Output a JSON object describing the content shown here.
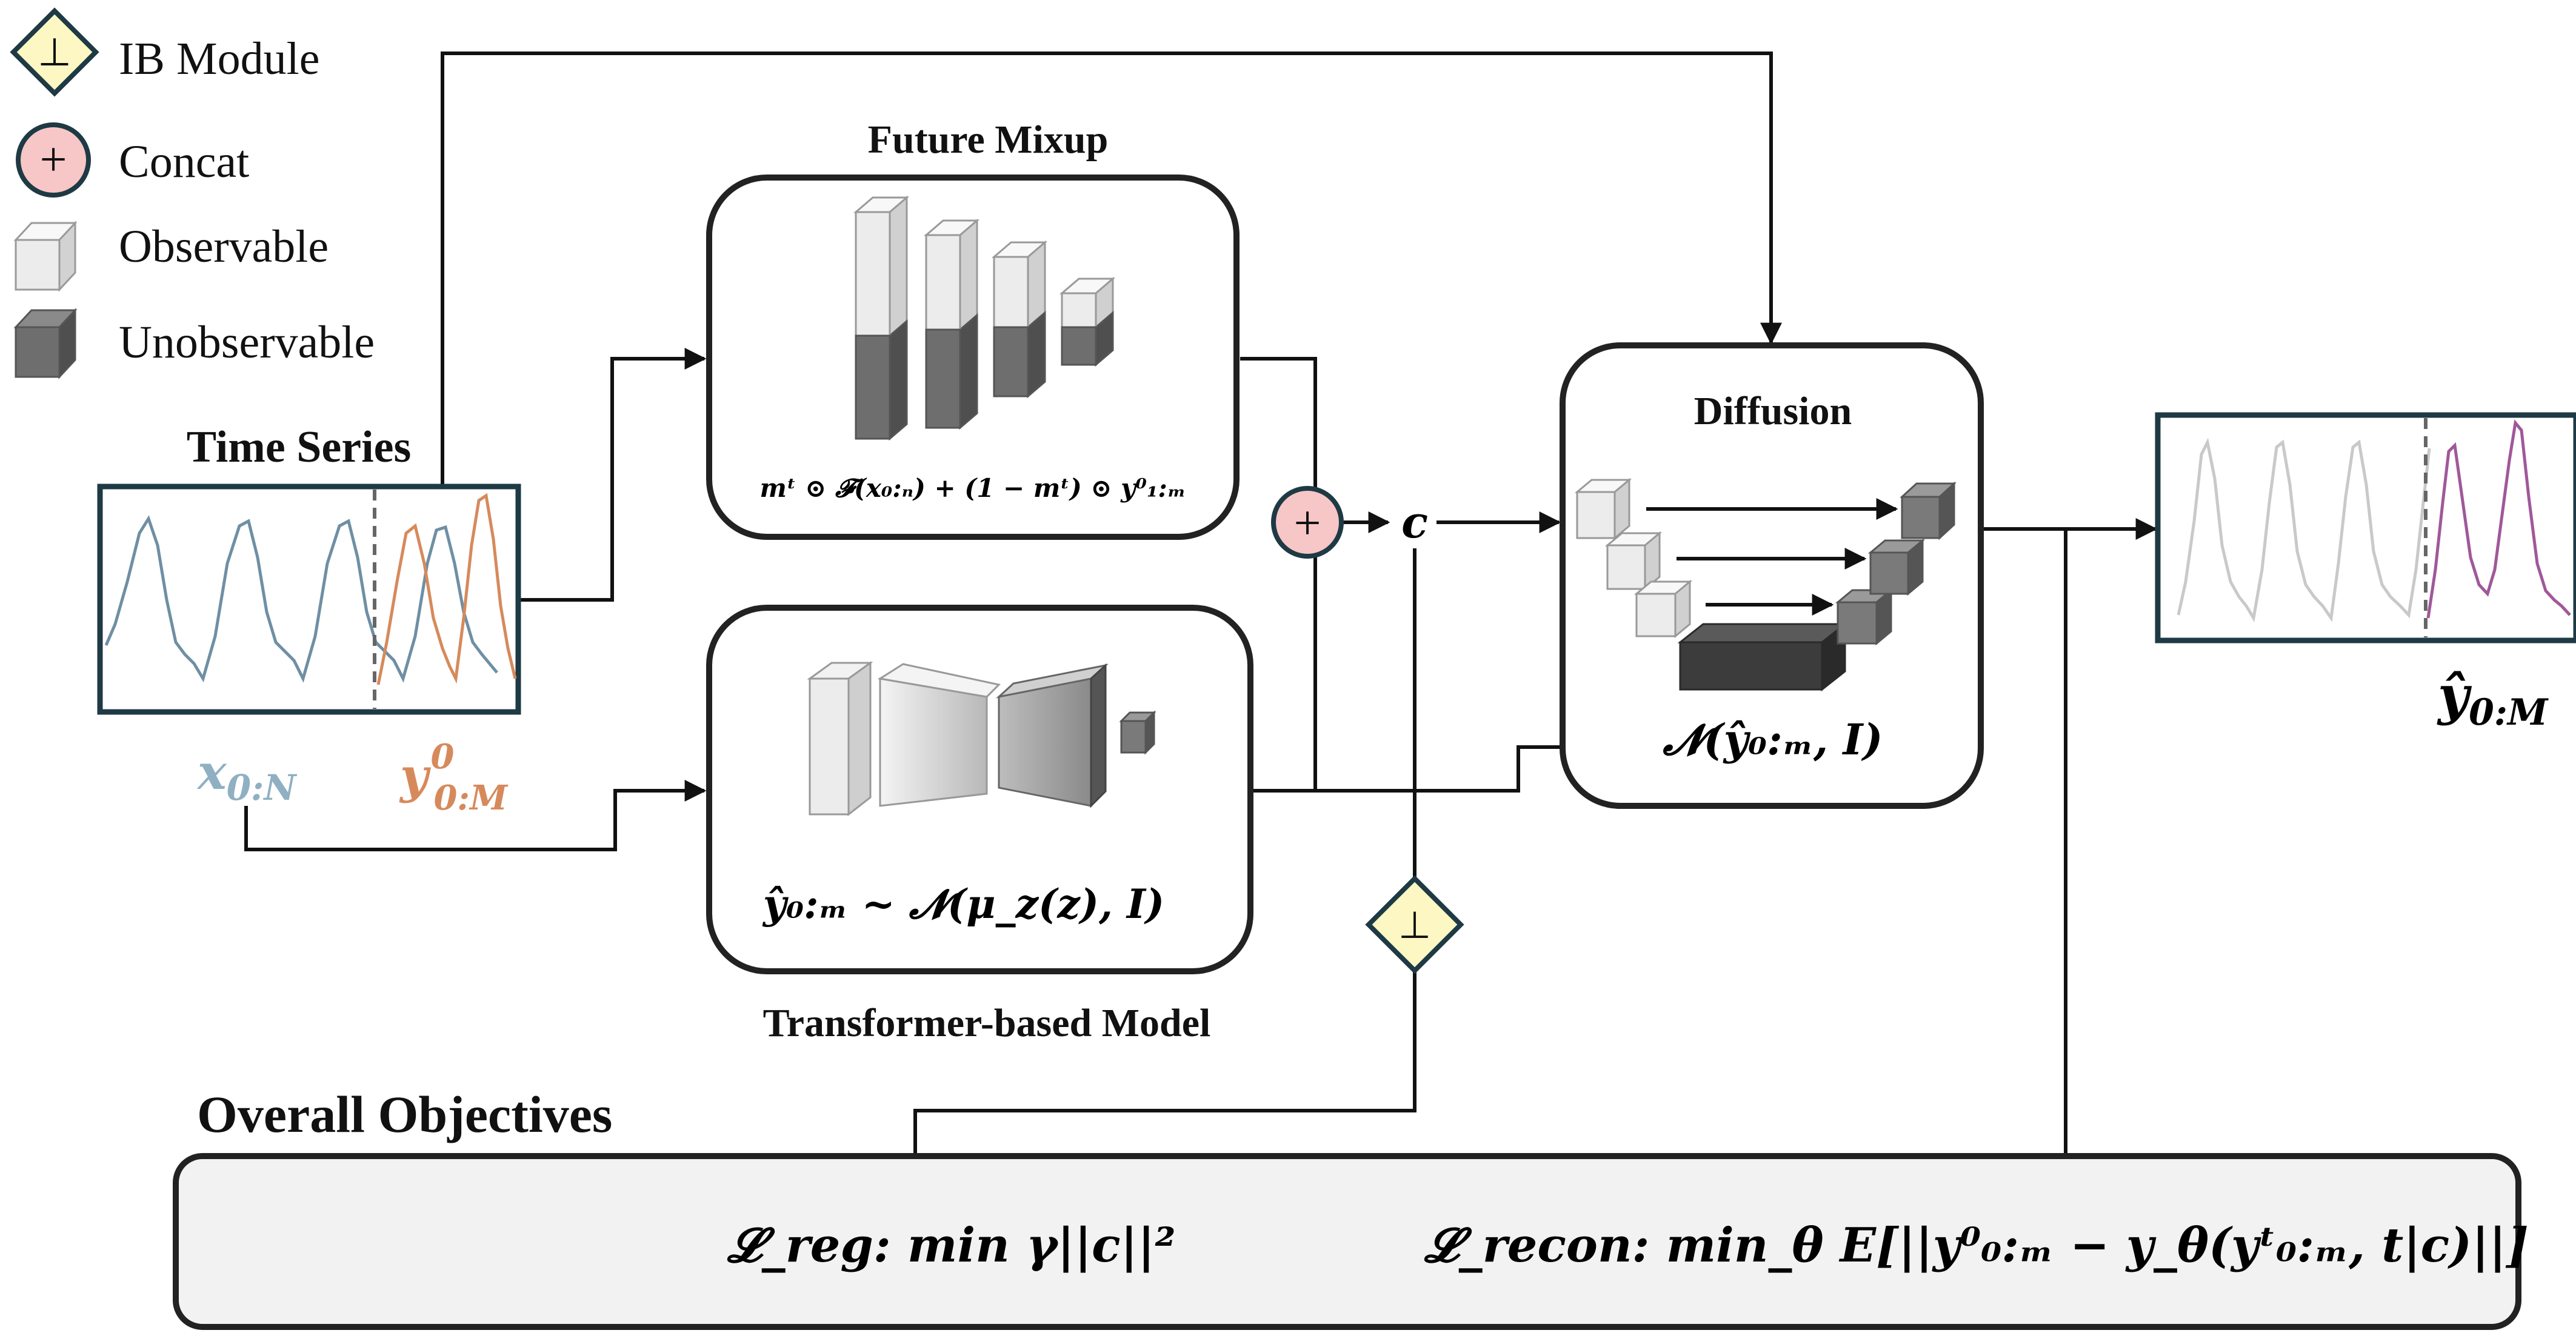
{
  "legend": {
    "ib_symbol": "⊥",
    "ib_label": "IB Module",
    "concat_symbol": "+",
    "concat_label": "Concat",
    "observable_label": "Observable",
    "unobservable_label": "Unobservable"
  },
  "time_series": {
    "title": "Time Series",
    "x_label_base": "x",
    "x_label_sub": "0:N",
    "y_label_base": "y",
    "y_label_sup": "0",
    "y_label_sub": "0:M"
  },
  "future_mixup": {
    "title": "Future Mixup",
    "formula": "mᵗ ⊙ 𝓕(x₀:ₙ) + (1 − mᵗ) ⊙ y⁰₁:ₘ"
  },
  "transformer": {
    "title": "Transformer-based Model",
    "formula": "ŷ₀:ₘ ~ 𝓝(μ_z(z), I)"
  },
  "concat_node": {
    "symbol": "+",
    "output_label": "c"
  },
  "ib_node": {
    "symbol": "⊥"
  },
  "diffusion": {
    "title": "Diffusion",
    "formula": "𝓝(ŷ₀:ₘ, I)"
  },
  "output": {
    "label_base": "ŷ",
    "label_sub": "0:M"
  },
  "objectives": {
    "title": "Overall Objectives",
    "reg_formula": "𝓛_reg: min γ||c||²",
    "recon_formula": "𝓛_recon: min_θ E[||y⁰₀:ₘ − y_θ(yᵗ₀:ₘ, t|c)||]"
  },
  "colors": {
    "observed_series": "#6f8fa3",
    "target_series": "#d68a5c",
    "predicted_series": "#a0589a",
    "faded_series": "#c9c9c9",
    "ib_fill": "#fdf7c3",
    "concat_fill": "#f7c6c6",
    "cube_light": "#e8e8e8",
    "cube_dark": "#6e6e6e",
    "objectives_fill": "#f2f2f2"
  }
}
